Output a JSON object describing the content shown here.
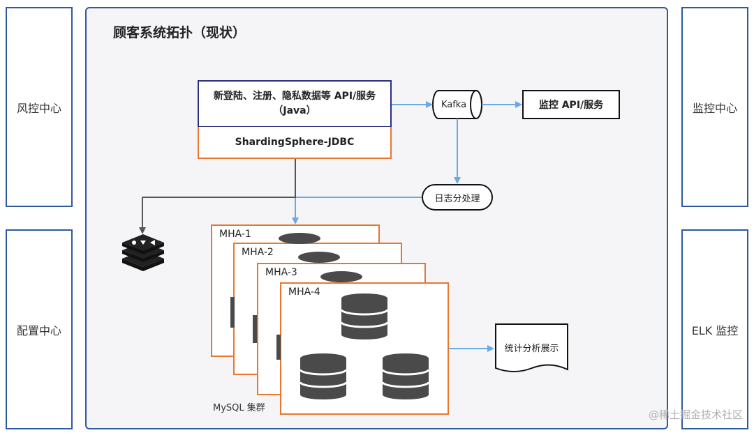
{
  "side": {
    "risk": "风控中心",
    "config": "配置中心",
    "monitor": "监控中心",
    "elk": "ELK 监控"
  },
  "main": {
    "title": "顾客系统拓扑（现状）",
    "api_line1": "新登陆、注册、隐私数据等 API/服务",
    "api_line2": "（Java）",
    "jdbc": "ShardingSphere-JDBC",
    "kafka": "Kafka",
    "monitor_api": "监控 API/服务",
    "log_process": "日志分处理",
    "report": "统计分析展示",
    "mha": [
      "MHA-1",
      "MHA-2",
      "MHA-3",
      "MHA-4"
    ],
    "mysql_cluster": "MySQL 集群",
    "cache_icon": "redis-icon"
  },
  "watermark": "@稀土掘金技术社区",
  "colors": {
    "frame": "#2c5aa0",
    "orange": "#e8772e",
    "arrow_blue": "#6aa8e6",
    "arrow_gray": "#555555",
    "db": "#4a4a4a"
  }
}
